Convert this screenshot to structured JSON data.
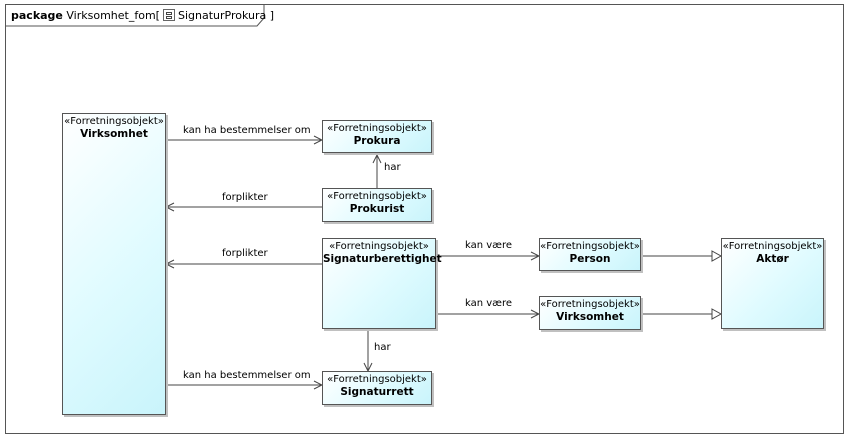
{
  "frame": {
    "keyword": "package",
    "name": "Virksomhet_fom",
    "diagram_name": "SignaturProkura"
  },
  "classes": {
    "virksomhet_left": {
      "stereotype": "«Forretningsobjekt»",
      "name": "Virksomhet"
    },
    "prokura": {
      "stereotype": "«Forretningsobjekt»",
      "name": "Prokura"
    },
    "prokurist": {
      "stereotype": "«Forretningsobjekt»",
      "name": "Prokurist"
    },
    "signaturberettighet": {
      "stereotype": "«Forretningsobjekt»",
      "name": "Signaturberettighet"
    },
    "person": {
      "stereotype": "«Forretningsobjekt»",
      "name": "Person"
    },
    "virksomhet_right": {
      "stereotype": "«Forretningsobjekt»",
      "name": "Virksomhet"
    },
    "aktor": {
      "stereotype": "«Forretningsobjekt»",
      "name": "Aktør"
    },
    "signaturrett": {
      "stereotype": "«Forretningsobjekt»",
      "name": "Signaturrett"
    }
  },
  "associations": {
    "virk_prokura": "kan ha bestemmelser om",
    "prokurist_prokura": "har",
    "prokurist_virk": "forplikter",
    "sign_virk": "forplikter",
    "sign_person": "kan være",
    "sign_virk_right": "kan være",
    "sign_signaturrett": "har",
    "virk_signaturrett": "kan ha bestemmelser om"
  }
}
